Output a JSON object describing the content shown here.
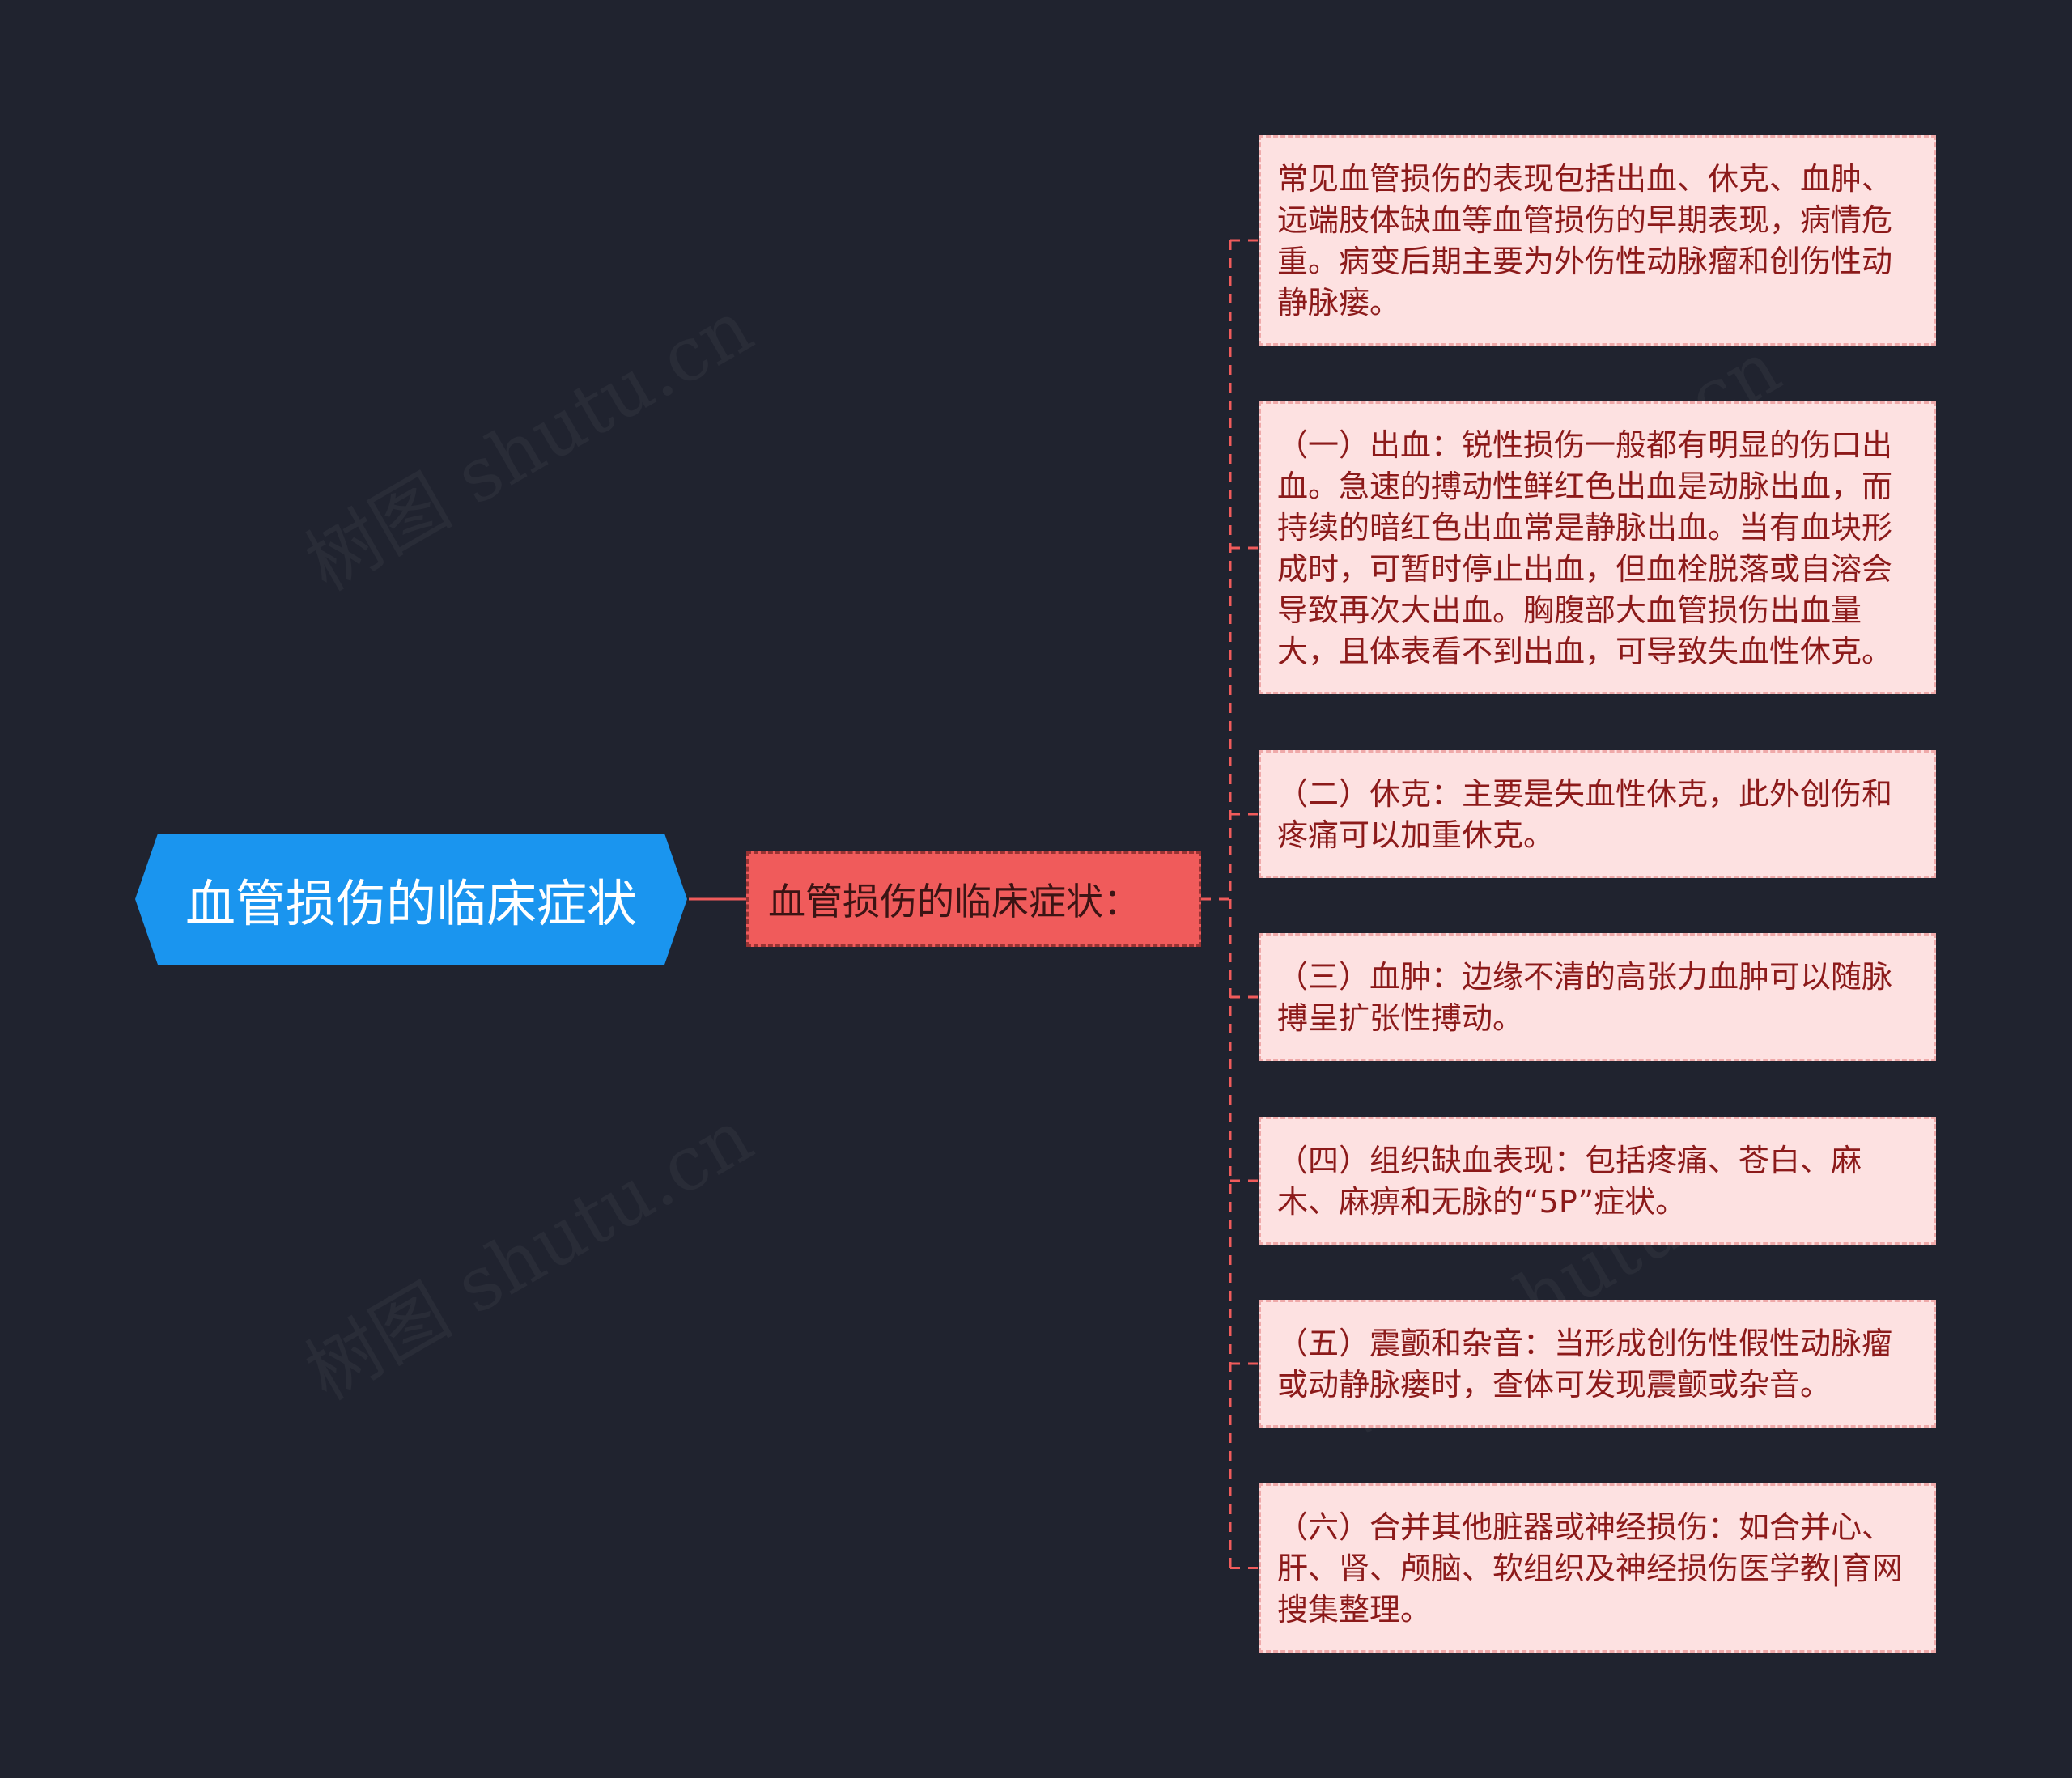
{
  "root": {
    "label": "血管损伤的临床症状",
    "color": "#1a95ef"
  },
  "mid": {
    "label": "血管损伤的临床症状：",
    "color": "#f05b5b"
  },
  "leaves": [
    "常见血管损伤的表现包括出血、休克、血肿、远端肢体缺血等血管损伤的早期表现，病情危重。病变后期主要为外伤性动脉瘤和创伤性动静脉瘘。",
    "（一）出血：锐性损伤一般都有明显的伤口出血。急速的搏动性鲜红色出血是动脉出血，而持续的暗红色出血常是静脉出血。当有血块形成时，可暂时停止出血，但血栓脱落或自溶会导致再次大出血。胸腹部大血管损伤出血量大，且体表看不到出血，可导致失血性休克。",
    "（二）休克：主要是失血性休克，此外创伤和疼痛可以加重休克。",
    "（三）血肿：边缘不清的高张力血肿可以随脉搏呈扩张性搏动。",
    "（四）组织缺血表现：包括疼痛、苍白、麻木、麻痹和无脉的“5P”症状。",
    "（五）震颤和杂音：当形成创伤性假性动脉瘤或动静脉瘘时，查体可发现震颤或杂音。",
    "（六）合并其他脏器或神经损伤：如合并心、肝、肾、颅脑、软组织及神经损伤医学教|育网搜集整理。"
  ],
  "watermark": "树图 shutu.cn",
  "colors": {
    "background": "#20232f",
    "leaf_fill": "#fde1e1",
    "leaf_border": "#efa9a9",
    "leaf_text": "#8c1a1a",
    "connector": "#f05b5b"
  }
}
